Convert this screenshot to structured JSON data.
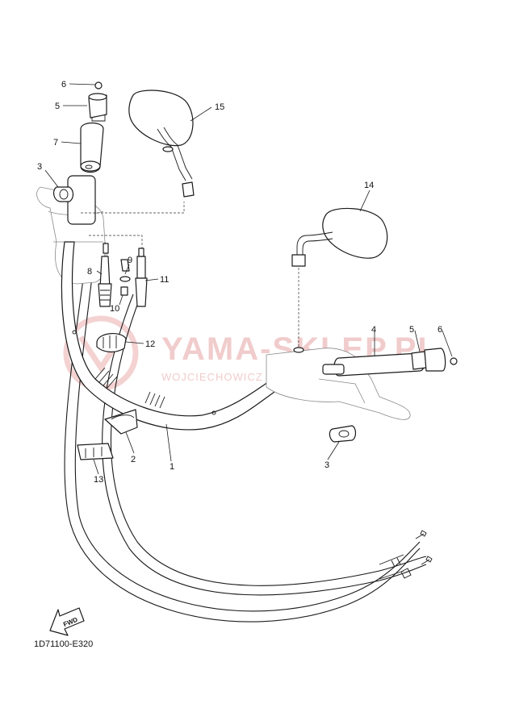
{
  "callouts": {
    "p1": "1",
    "p2": "2",
    "p3a": "3",
    "p3b": "3",
    "p4": "4",
    "p5a": "5",
    "p5b": "5",
    "p6a": "6",
    "p6b": "6",
    "p7": "7",
    "p8": "8",
    "p9": "9",
    "p10": "10",
    "p11": "11",
    "p12": "12",
    "p13": "13",
    "p14": "14",
    "p15": "15"
  },
  "fwd_label": "FWD",
  "diagram_code": "1D71100-E320",
  "watermark": {
    "title": "YAMA-SKLEP.PL",
    "subtitle": "WOJCIECHOWICZ DEALER YAMAHA",
    "color": "#f1cccc"
  }
}
